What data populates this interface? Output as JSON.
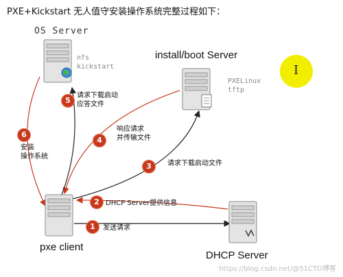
{
  "title": "PXE+Kickstart 无人值守安装操作系统完整过程如下：",
  "servers": {
    "os": {
      "label": "OS Server",
      "services": [
        "nfs",
        "kickstart"
      ]
    },
    "boot": {
      "label": "install/boot Server",
      "services": [
        "PXELinux",
        "tftp"
      ]
    },
    "client": {
      "label": "pxe client"
    },
    "dhcp": {
      "label": "DHCP Server"
    }
  },
  "steps": [
    {
      "num": "1",
      "lines": [
        "发送请求"
      ]
    },
    {
      "num": "2",
      "lines": [
        "DHCP Server提供信息"
      ]
    },
    {
      "num": "3",
      "lines": [
        "请求下载启动文件"
      ]
    },
    {
      "num": "4",
      "lines": [
        "响应请求",
        "并传输文件"
      ]
    },
    {
      "num": "5",
      "lines": [
        "请求下载启动",
        "应答文件"
      ]
    },
    {
      "num": "6",
      "lines": [
        "安装",
        "操作系统"
      ]
    }
  ],
  "cursor": {
    "glyph": "I",
    "color": "#f2ee00"
  },
  "colors": {
    "badge": "#c8391c",
    "arrow_dark": "#222222",
    "arrow_red": "#c8391c"
  },
  "watermark": "https://blog.csdn.net/@51CTO博客"
}
